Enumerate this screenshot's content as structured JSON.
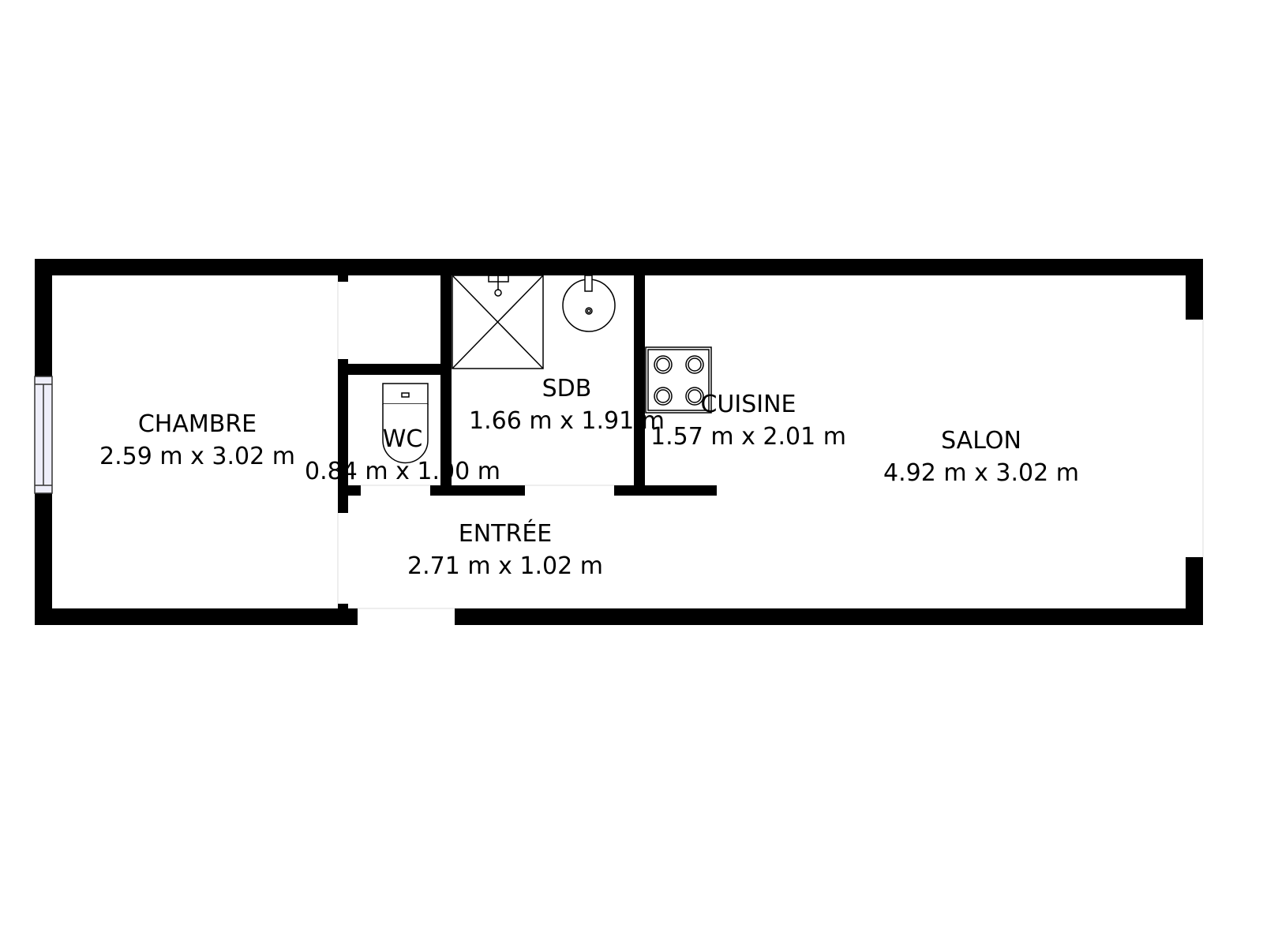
{
  "rooms": {
    "chambre": {
      "name": "CHAMBRE",
      "dims": "2.59 m x 3.02 m"
    },
    "wc": {
      "name": "WC",
      "dims": "0.84 m x 1.00 m"
    },
    "sdb": {
      "name": "SDB",
      "dims": "1.66 m x 1.91 m"
    },
    "cuisine": {
      "name": "CUISINE",
      "dims": "1.57 m x 2.01 m"
    },
    "salon": {
      "name": "SALON",
      "dims": "4.92 m x 3.02 m"
    },
    "entree": {
      "name": "ENTRÉE",
      "dims": "2.71 m x 1.02 m"
    }
  },
  "colors": {
    "wall": "#000000",
    "window": "#eeeefa",
    "background": "#ffffff"
  }
}
